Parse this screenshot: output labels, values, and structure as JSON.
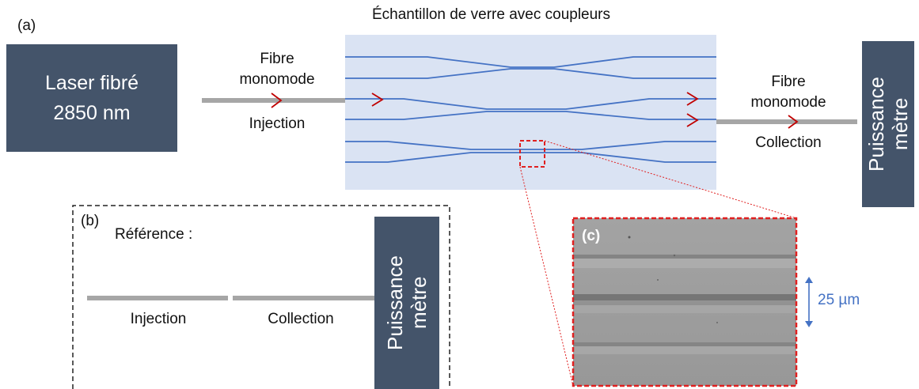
{
  "panel_a": {
    "marker": "(a)",
    "sample_title": "Échantillon de verre avec coupleurs",
    "laser": {
      "line1": "Laser fibré",
      "line2": "2850 nm"
    },
    "input_fiber": {
      "line1": "Fibre",
      "line2": "monomode",
      "caption": "Injection"
    },
    "output_fiber": {
      "line1": "Fibre",
      "line2": "monomode",
      "caption": "Collection"
    },
    "powermeter": {
      "line1": "Puissance",
      "line2": "mètre"
    }
  },
  "panel_b": {
    "marker": "(b)",
    "title": "Référence :",
    "injection": "Injection",
    "collection": "Collection",
    "powermeter": {
      "line1": "Puissance",
      "line2": "mètre"
    }
  },
  "panel_c": {
    "marker": "(c)",
    "scale_label": "25 µm"
  },
  "colors": {
    "box": "#44546a",
    "sample_bg": "#dae3f3",
    "waveguide": "#4472c4",
    "arrow": "#c00000",
    "fiber": "#a6a6a6",
    "zoom": "#e02020",
    "scale": "#4472c4"
  }
}
